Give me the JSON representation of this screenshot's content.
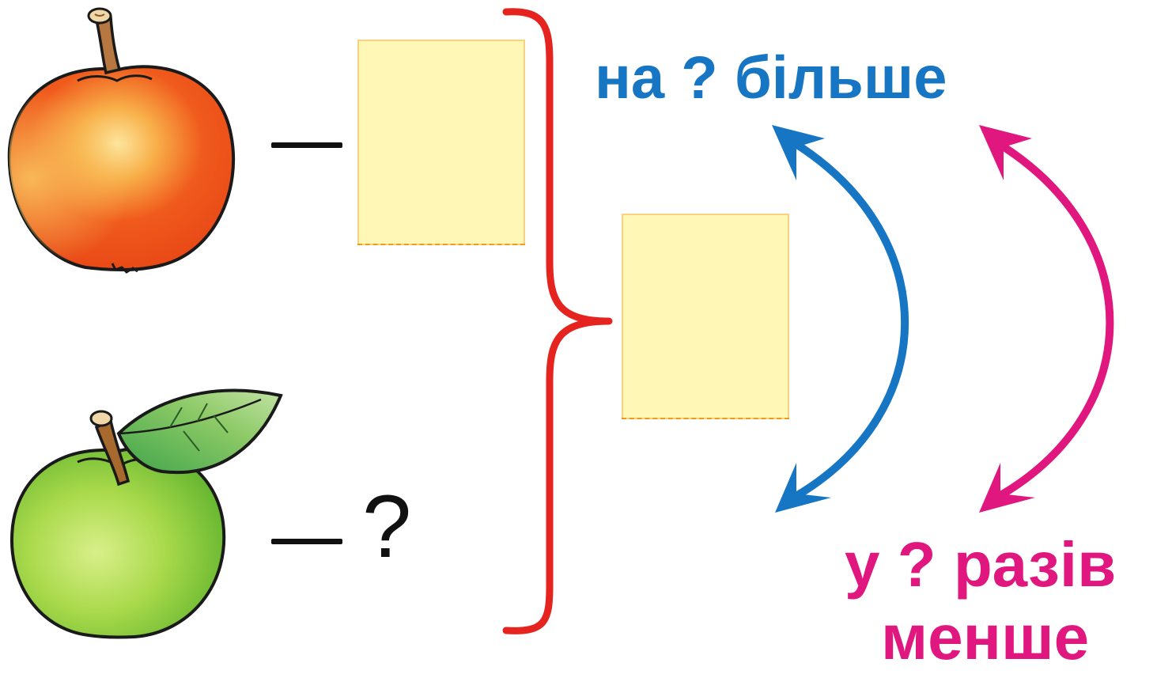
{
  "labels": {
    "more": "на ? більше",
    "times_line1": "у ? разів",
    "times_line2": "менше",
    "question": "?"
  },
  "colors": {
    "brace": "#e52420",
    "blue_arrow": "#1676c3",
    "pink_arrow": "#e0177e",
    "box_fill": "#fef7b6",
    "box_border": "#f7d37f",
    "box_dash": "#f29a1b"
  },
  "icons": [
    "red-apple-icon",
    "green-apple-icon"
  ]
}
